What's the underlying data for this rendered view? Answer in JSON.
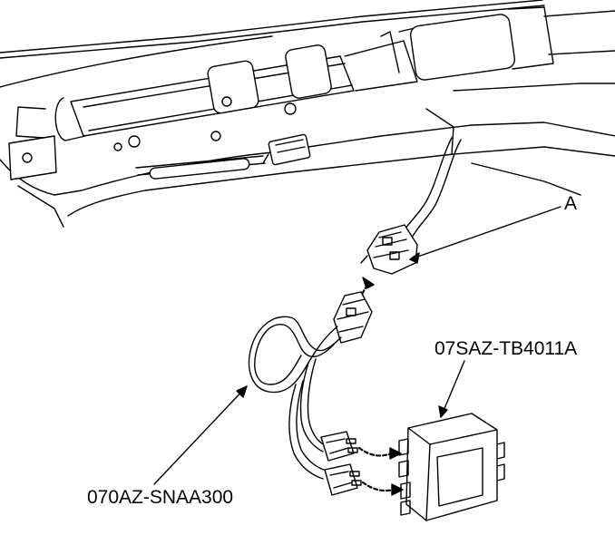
{
  "callouts": {
    "connector_label": "A",
    "subharness_part_number": "07SAZ-TB4011A",
    "tool_harness_part_number": "070AZ-SNAA300"
  },
  "colors": {
    "line": "#000000",
    "background": "#ffffff",
    "connector_fill": "#f2f2f2"
  }
}
